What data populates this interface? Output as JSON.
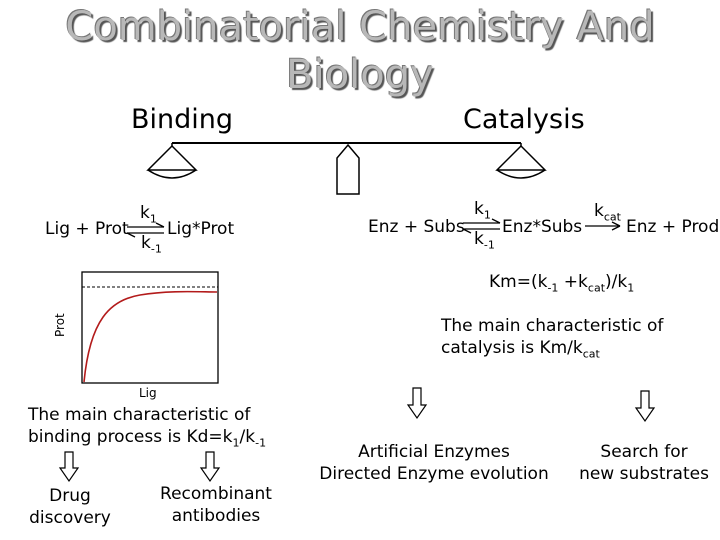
{
  "title_line1": "Combinatorial Chemistry And",
  "title_line2": "Biology",
  "binding": {
    "header": "Binding",
    "eq_left": "Lig + Prot",
    "k_forward": "k",
    "k_forward_sub": "1",
    "k_reverse": "k",
    "k_reverse_sub": "-1",
    "eq_right": "Lig*Prot",
    "axis_y": "Prot",
    "axis_x": "Lig",
    "char_line1": "The main characteristic of",
    "char_line2_a": "binding process is Kd=k",
    "char_line2_sub1": "1",
    "char_line2_b": "/k",
    "char_line2_sub2": "-1",
    "outcome_left_1": "Drug",
    "outcome_left_2": "discovery",
    "outcome_right_1": "Recombinant",
    "outcome_right_2": "antibodies"
  },
  "catalysis": {
    "header": "Catalysis",
    "eq_left": "Enz + Subs",
    "k_forward": "k",
    "k_forward_sub": "1",
    "k_reverse": "k",
    "k_reverse_sub": "-1",
    "eq_middle": "Enz*Subs",
    "kcat": "k",
    "kcat_sub": "cat",
    "eq_right": "Enz + Prod",
    "km_a": "Km=(k",
    "km_sub1": "-1",
    "km_b": " +k",
    "km_sub2": "cat",
    "km_c": ")/k",
    "km_sub3": "1",
    "char_line1": "The main characteristic of",
    "char_line2": "catalysis is Km/k",
    "char_line2_sub": "cat",
    "outcome_left_1": "Artificial Enzymes",
    "outcome_left_2": "Directed Enzyme evolution",
    "outcome_right_1": "Search for",
    "outcome_right_2": "new substrates"
  }
}
